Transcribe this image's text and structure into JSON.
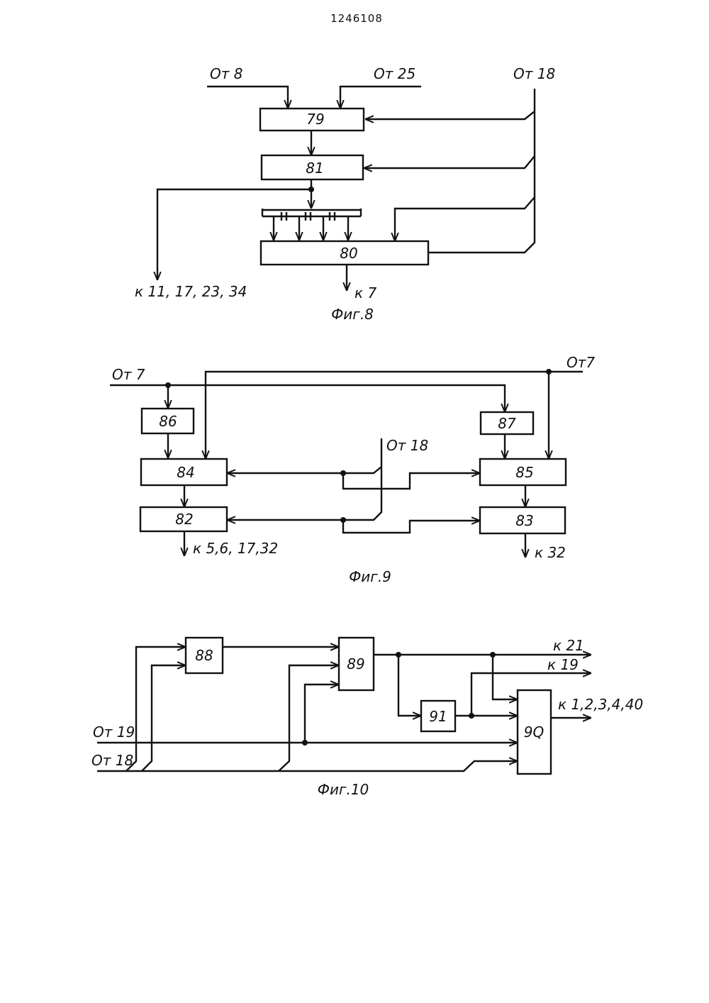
{
  "patent_number": "1246108",
  "figures": [
    {
      "caption": "Фиг.8",
      "blocks": [
        "79",
        "81",
        "80"
      ],
      "labels": {
        "from_8": "От 8",
        "from_25": "От 25",
        "from_18": "От 18",
        "to_left": "к 11, 17, 23, 34",
        "to_bottom": "к 7"
      }
    },
    {
      "caption": "Фиг.9",
      "blocks": [
        "86",
        "87",
        "84",
        "85",
        "82",
        "83"
      ],
      "labels": {
        "from_7_left": "От 7",
        "from_7_right": "От7",
        "from_18": "От 18",
        "to_left": "к  5,6, 17,32",
        "to_right": "к 32"
      }
    },
    {
      "caption": "Фиг.10",
      "blocks": [
        "88",
        "89",
        "91",
        "9Q"
      ],
      "labels": {
        "from_19": "От 19",
        "from_18": "От 18",
        "to_21": "к 21",
        "to_19": "к 19",
        "to_list": "к 1,2,3,4,40"
      }
    }
  ]
}
